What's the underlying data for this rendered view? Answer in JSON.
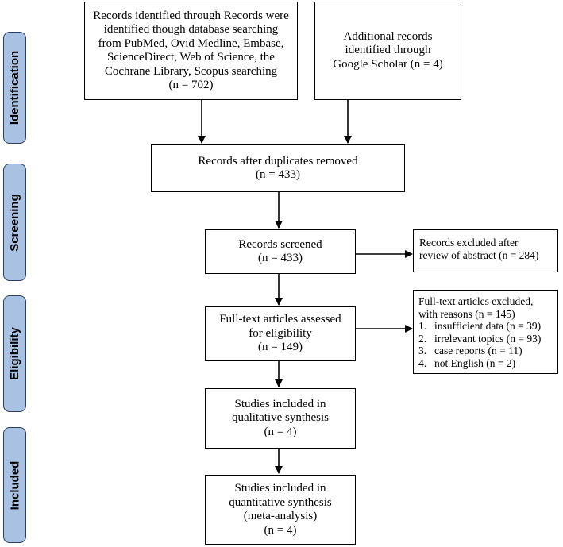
{
  "phases": {
    "identification": "Identification",
    "screening": "Screening",
    "eligibility": "Eligibility",
    "included": "Included"
  },
  "boxes": {
    "database_records": {
      "lines": [
        "Records identified through Records were",
        "identified though database searching",
        "from PubMed, Ovid Medline, Embase,",
        "ScienceDirect, Web of Science, the",
        "Cochrane Library, Scopus  searching",
        "(n = 702)"
      ]
    },
    "additional_records": {
      "lines": [
        "Additional records",
        "identified through",
        "Google Scholar (n = 4)"
      ]
    },
    "duplicates_removed": {
      "lines": [
        "Records after duplicates removed",
        "(n = 433)"
      ]
    },
    "records_screened": {
      "lines": [
        "Records screened",
        "(n = 433)"
      ]
    },
    "records_excluded": {
      "lines": [
        "Records excluded after",
        "review of abstract (n = 284)"
      ]
    },
    "fulltext_assessed": {
      "lines": [
        "Full-text articles assessed",
        "for eligibility",
        "(n = 149)"
      ]
    },
    "fulltext_excluded": {
      "header": [
        "Full-text articles excluded,",
        "with reasons (n = 145)"
      ],
      "reasons": [
        {
          "num": "1.",
          "text": "insufficient data (n = 39)"
        },
        {
          "num": "2.",
          "text": "irrelevant topics (n = 93)"
        },
        {
          "num": "3.",
          "text": "case reports (n = 11)"
        },
        {
          "num": "4.",
          "text": "not English (n = 2)"
        }
      ]
    },
    "qualitative": {
      "lines": [
        "Studies included in",
        "qualitative synthesis",
        "(n = 4)"
      ]
    },
    "quantitative": {
      "lines": [
        "Studies included in",
        "quantitative synthesis",
        "(meta-analysis)",
        "(n = 4)"
      ]
    }
  }
}
